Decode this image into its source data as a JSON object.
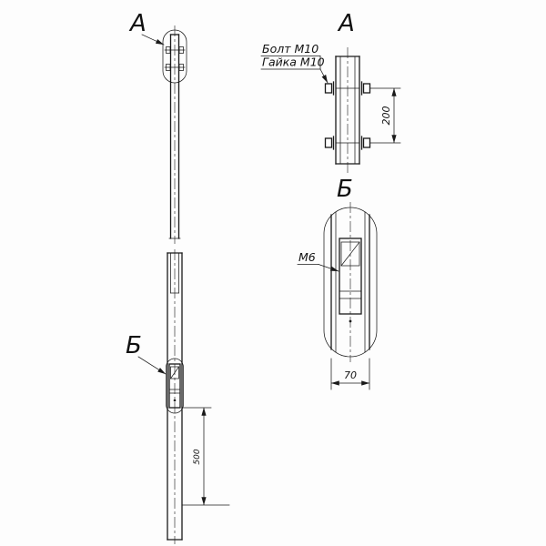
{
  "views": {
    "main": {
      "callout_a": "А",
      "callout_b": "Б",
      "dim_500": "500"
    },
    "detail_a": {
      "title": "А",
      "note_bolt": "Болт М10",
      "note_nut": "Гайка М10",
      "dim_200": "200"
    },
    "detail_b": {
      "title": "Б",
      "note_thread": "М6",
      "dim_70": "70"
    }
  }
}
